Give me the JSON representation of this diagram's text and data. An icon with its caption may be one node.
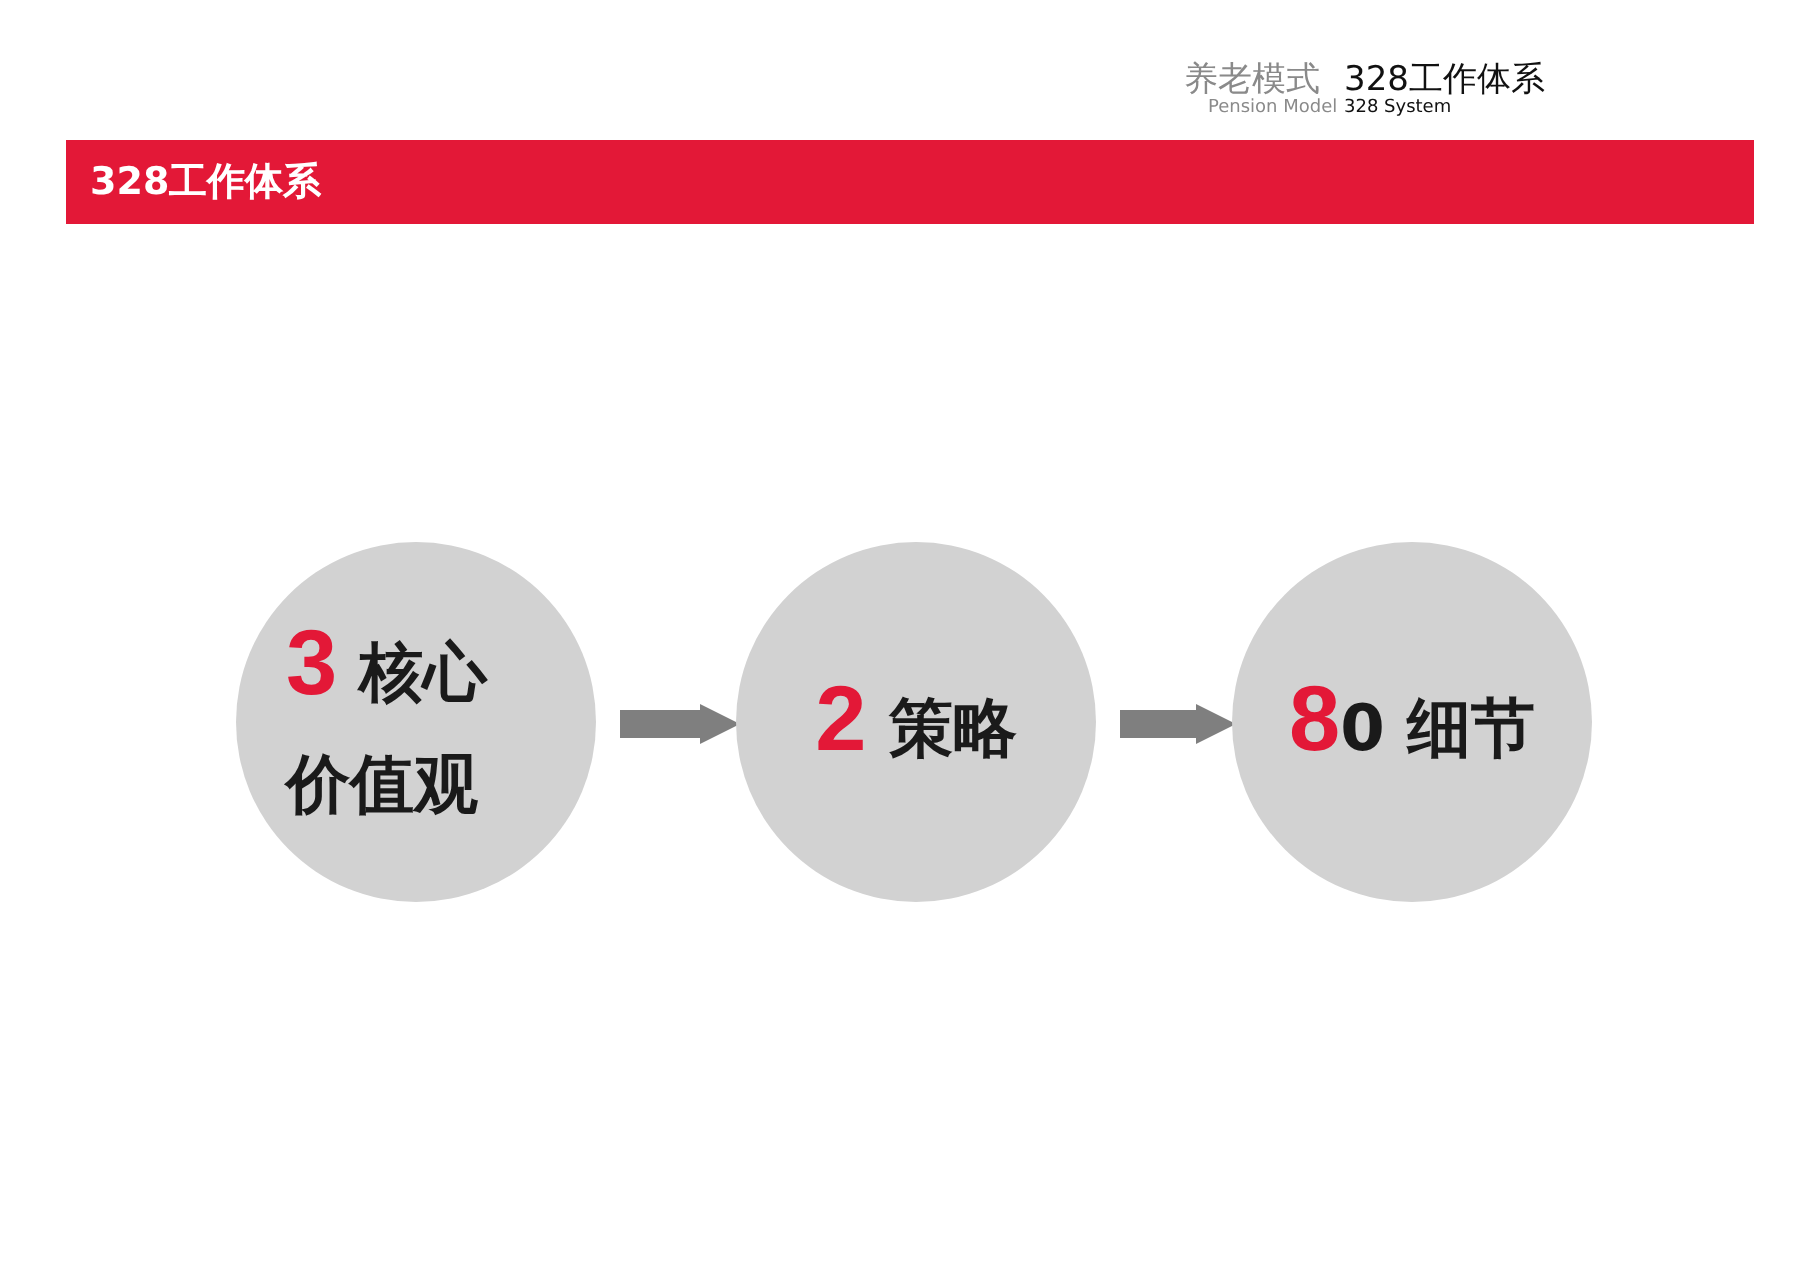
{
  "diagram": {
    "nodes": [
      {
        "text": [
          "328工作体系"
        ]
      },
      {
        "text": [
          "**3** 核心价值观"
        ]
      },
      {
        "text": [
          "**2** 策略"
        ]
      },
      {
        "text": [
          "**8**0 细节"
        ]
      }
    ],
    "edges": [
      {
        "from": 1,
        "to": 2,
        "arrow": "to"
      },
      {
        "from": 2,
        "to": 3,
        "arrow": "to"
      }
    ],
    "labels": [
      "养老模式",
      "328工作体系",
      "Pension Model",
      "328 System"
    ]
  }
}
